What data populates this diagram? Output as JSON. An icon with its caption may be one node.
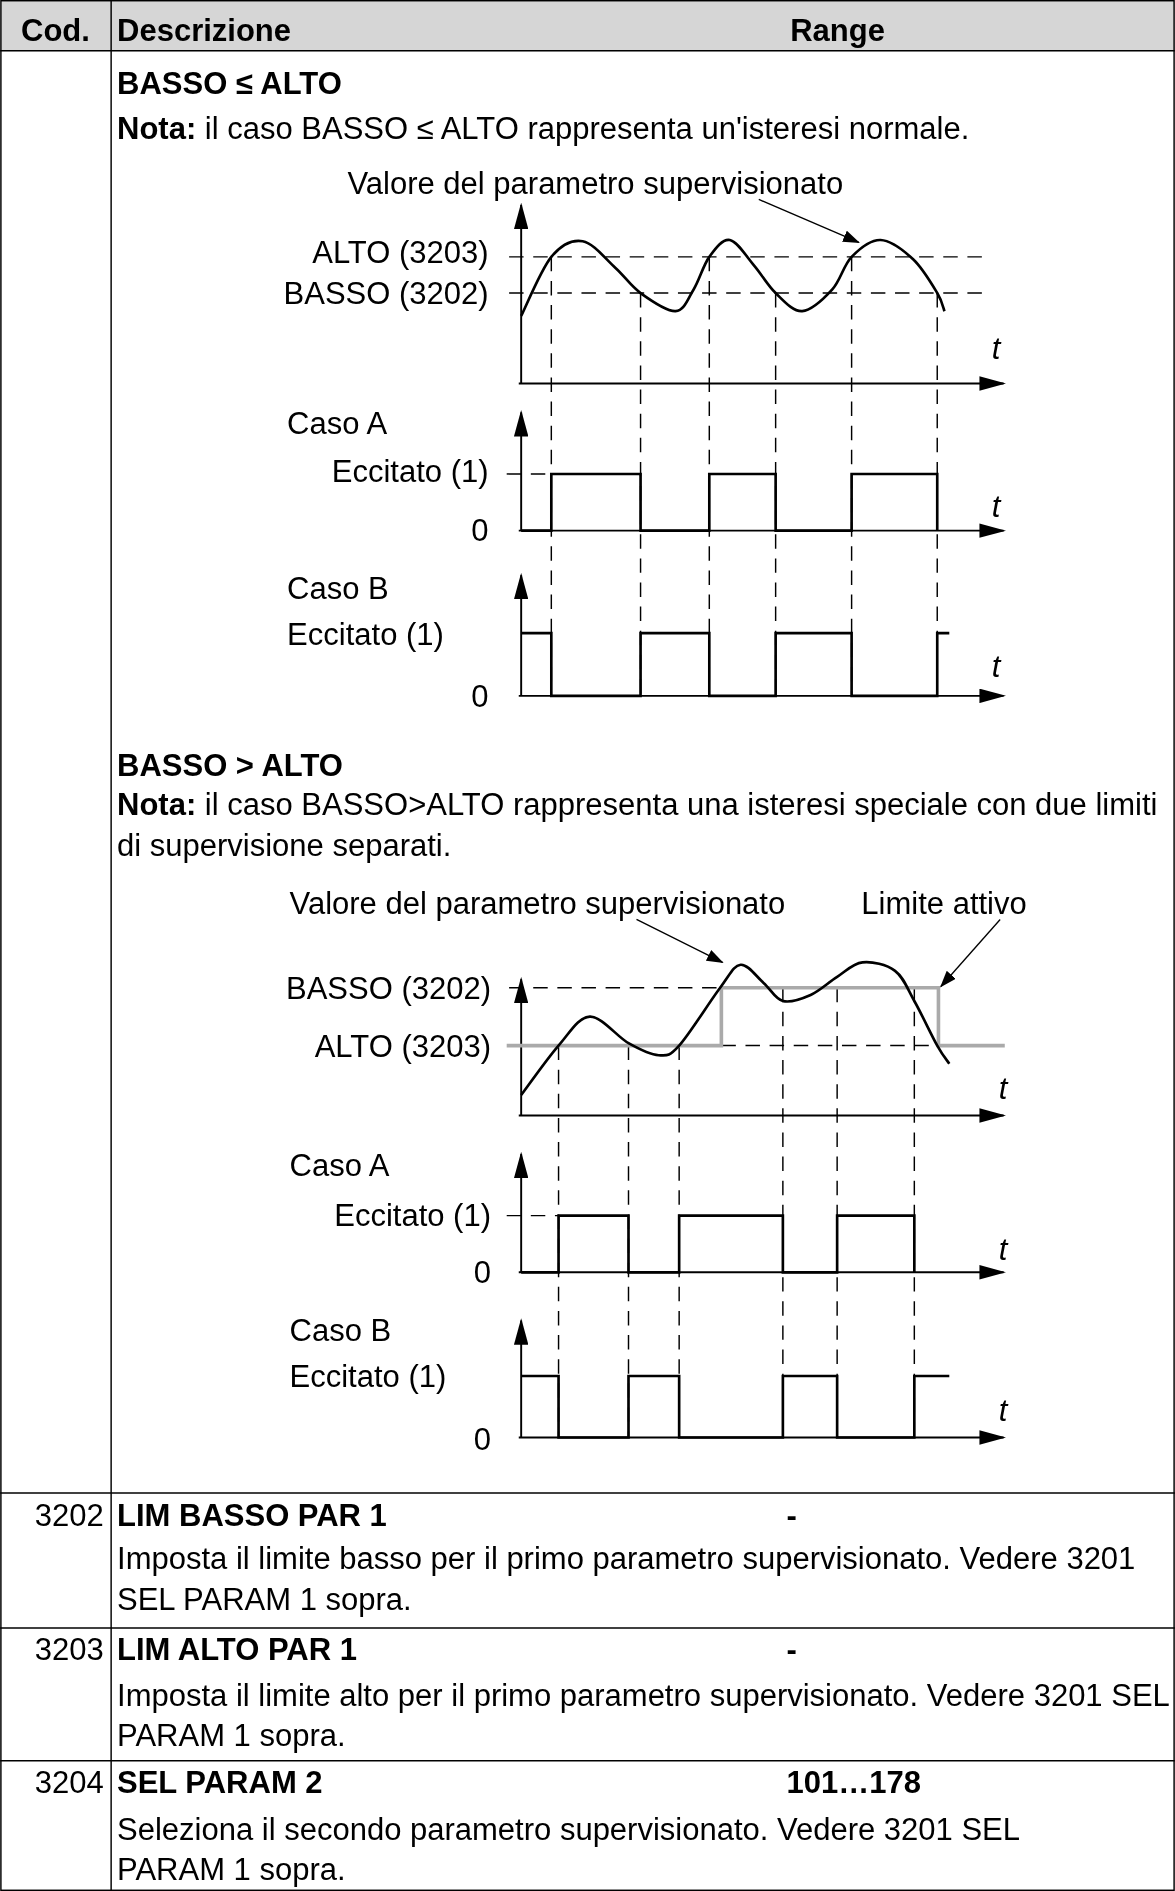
{
  "diagram": {
    "nodes": [
      {
        "text": [
          "Valore del parametro supervisionato"
        ]
      },
      {
        "text": [],
        "shape": "curve"
      },
      {
        "text": [
          "Valore del parametro supervisionato"
        ]
      },
      {
        "text": [
          "Limite attivo"
        ]
      },
      {
        "text": [],
        "shape": "curve"
      },
      {
        "text": [],
        "shape": "line"
      }
    ],
    "edges": [
      {
        "from": 0,
        "to": 1,
        "arrow": "to"
      },
      {
        "from": 2,
        "to": 4,
        "arrow": "to"
      },
      {
        "from": 3,
        "to": 5,
        "arrow": "to"
      }
    ],
    "labels": [
      "Cod.",
      "Descrizione",
      "Range",
      "BASSO ≤ ALTO",
      "**Nota:** il caso BASSO ≤ ALTO rappresenta un'isteresi normale.",
      "ALTO (3203)",
      "BASSO (3202)",
      "t",
      "Caso A",
      "Eccitato (1)",
      "t",
      "0",
      "Caso B",
      "Eccitato (1)",
      "t",
      "0",
      "BASSO > ALTO",
      "**Nota:** il caso BASSO>ALTO rappresenta una isteresi speciale con due limiti di supervisione separati.",
      "BASSO (3202)",
      "ALTO (3203)",
      "t",
      "Caso A",
      "Eccitato (1)",
      "t",
      "0",
      "Caso B",
      "Eccitato (1)",
      "t",
      "0",
      "3202",
      "LIM BASSO PAR 1",
      "-",
      "Imposta il limite basso per il primo parametro supervisionato. Vedere 3201 SEL PARAM 1 sopra.",
      "3203",
      "LIM ALTO PAR 1",
      "-",
      "Imposta il limite alto per il primo parametro supervisionato. Vedere 3201 SEL PARAM 1 sopra.",
      "3204",
      "SEL PARAM 2",
      "101…178",
      "Seleziona il secondo parametro supervisionato. Vedere 3201 SEL PARAM 1 sopra."
    ]
  }
}
